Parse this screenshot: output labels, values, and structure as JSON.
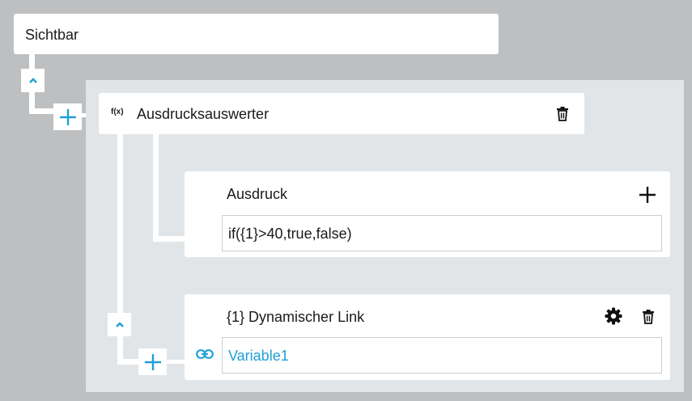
{
  "visibility": {
    "label": "Sichtbar"
  },
  "evaluator": {
    "fx_label": "f(x)",
    "title": "Ausdrucksauswerter"
  },
  "expression": {
    "title": "Ausdruck",
    "value": "if({1}>40,true,false)"
  },
  "dynamic_link": {
    "title": "{1} Dynamischer Link",
    "value": "Variable1"
  },
  "colors": {
    "accent": "#1ea0d8",
    "background": "#bdbfc1",
    "panel": "#e2e5e8",
    "card": "#ffffff"
  },
  "icons": [
    "chevron-up-icon",
    "plus-icon",
    "fx-icon",
    "trash-icon",
    "gear-icon",
    "link-icon"
  ]
}
